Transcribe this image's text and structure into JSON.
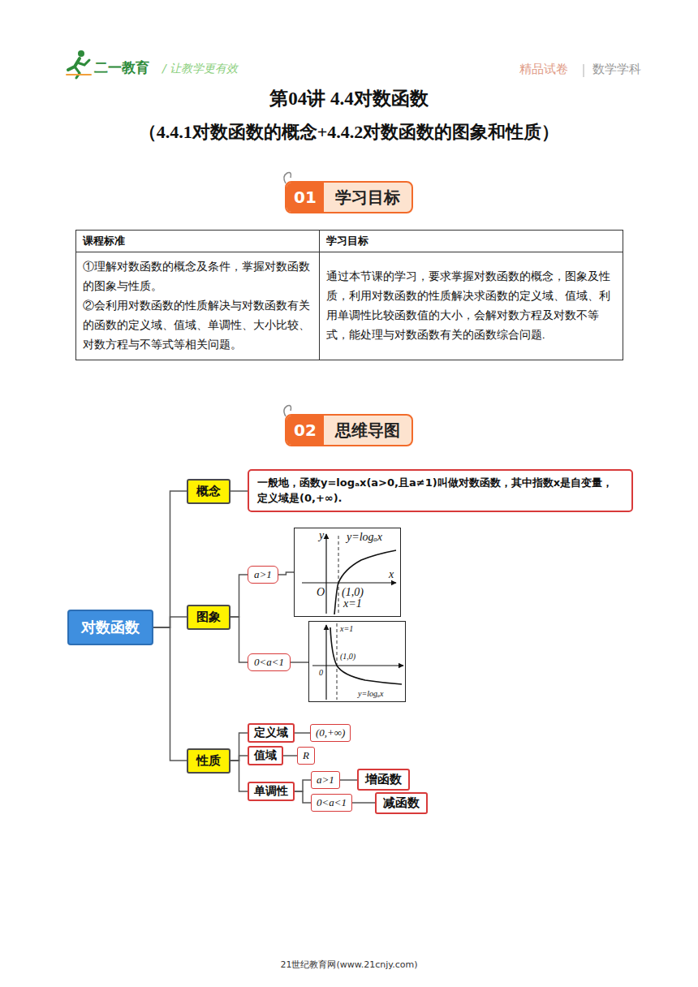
{
  "diagram": {
    "title": "第04讲 4.4对数函数",
    "nodes": [
      {
        "text": [
          "01",
          "学习目标"
        ]
      },
      {
        "text": [
          "02",
          "思维导图"
        ]
      },
      {
        "text": [
          "对数函数"
        ]
      },
      {
        "text": [
          "概念"
        ]
      },
      {
        "text": [
          "一般地，函数y=logₐx(a>0,且a≠1)叫做对数函数，其中指数x是自变量，定义域是(0,+∞)."
        ]
      },
      {
        "text": [
          "图象"
        ]
      },
      {
        "text": [
          "a>1"
        ]
      },
      {
        "text": [
          "y",
          "y=logₐx",
          "O",
          "(1,0)",
          "x",
          "x=1"
        ]
      },
      {
        "text": [
          "0<a<1"
        ]
      },
      {
        "text": [
          "x=1",
          "(1,0)",
          "0",
          "y=logₐx"
        ]
      },
      {
        "text": [
          "性质"
        ]
      },
      {
        "text": [
          "定义域"
        ]
      },
      {
        "text": [
          "(0,+∞)"
        ]
      },
      {
        "text": [
          "值域"
        ]
      },
      {
        "text": [
          "R"
        ]
      },
      {
        "text": [
          "单调性"
        ]
      },
      {
        "text": [
          "a>1"
        ]
      },
      {
        "text": [
          "增函数"
        ]
      },
      {
        "text": [
          "0<a<1"
        ]
      },
      {
        "text": [
          "减函数"
        ]
      }
    ],
    "edges": [
      {
        "from": 2,
        "to": 3,
        "arrow": "none"
      },
      {
        "from": 2,
        "to": 5,
        "arrow": "none"
      },
      {
        "from": 2,
        "to": 10,
        "arrow": "none"
      },
      {
        "from": 3,
        "to": 4,
        "arrow": "none"
      },
      {
        "from": 5,
        "to": 6,
        "arrow": "none"
      },
      {
        "from": 5,
        "to": 8,
        "arrow": "none"
      },
      {
        "from": 6,
        "to": 7,
        "arrow": "none"
      },
      {
        "from": 8,
        "to": 9,
        "arrow": "none"
      },
      {
        "from": 10,
        "to": 11,
        "arrow": "none"
      },
      {
        "from": 10,
        "to": 13,
        "arrow": "none"
      },
      {
        "from": 10,
        "to": 15,
        "arrow": "none"
      },
      {
        "from": 11,
        "to": 12,
        "arrow": "none"
      },
      {
        "from": 13,
        "to": 14,
        "arrow": "none"
      },
      {
        "from": 15,
        "to": 16,
        "arrow": "none"
      },
      {
        "from": 15,
        "to": 18,
        "arrow": "none"
      },
      {
        "from": 16,
        "to": 17,
        "arrow": "none"
      },
      {
        "from": 18,
        "to": 19,
        "arrow": "none"
      }
    ],
    "labels": [
      "二一教育",
      "/ 让教学更有效",
      "精品试卷",
      "数学学科",
      "（4.4.1对数函数的概念+4.4.2对数函数的图象和性质）",
      "课程标准",
      "学习目标",
      "①理解对数函数的概念及条件，掌握对数函数的图象与性质。",
      "②会利用对数函数的性质解决与对数函数有关的函数的定义域、值域、单调性、大小比较、对数方程与不等式等相关问题。",
      "通过本节课的学习，要求掌握对数函数的概念，图象及性质，利用对数函数的性质解决求函数的定义域、值域、利用单调性比较函数值的大小，会解对数方程及对数不等式，能处理与对数函数有关的函数综合问题.",
      "21世纪教育网(www.21cnjy.com)"
    ]
  }
}
